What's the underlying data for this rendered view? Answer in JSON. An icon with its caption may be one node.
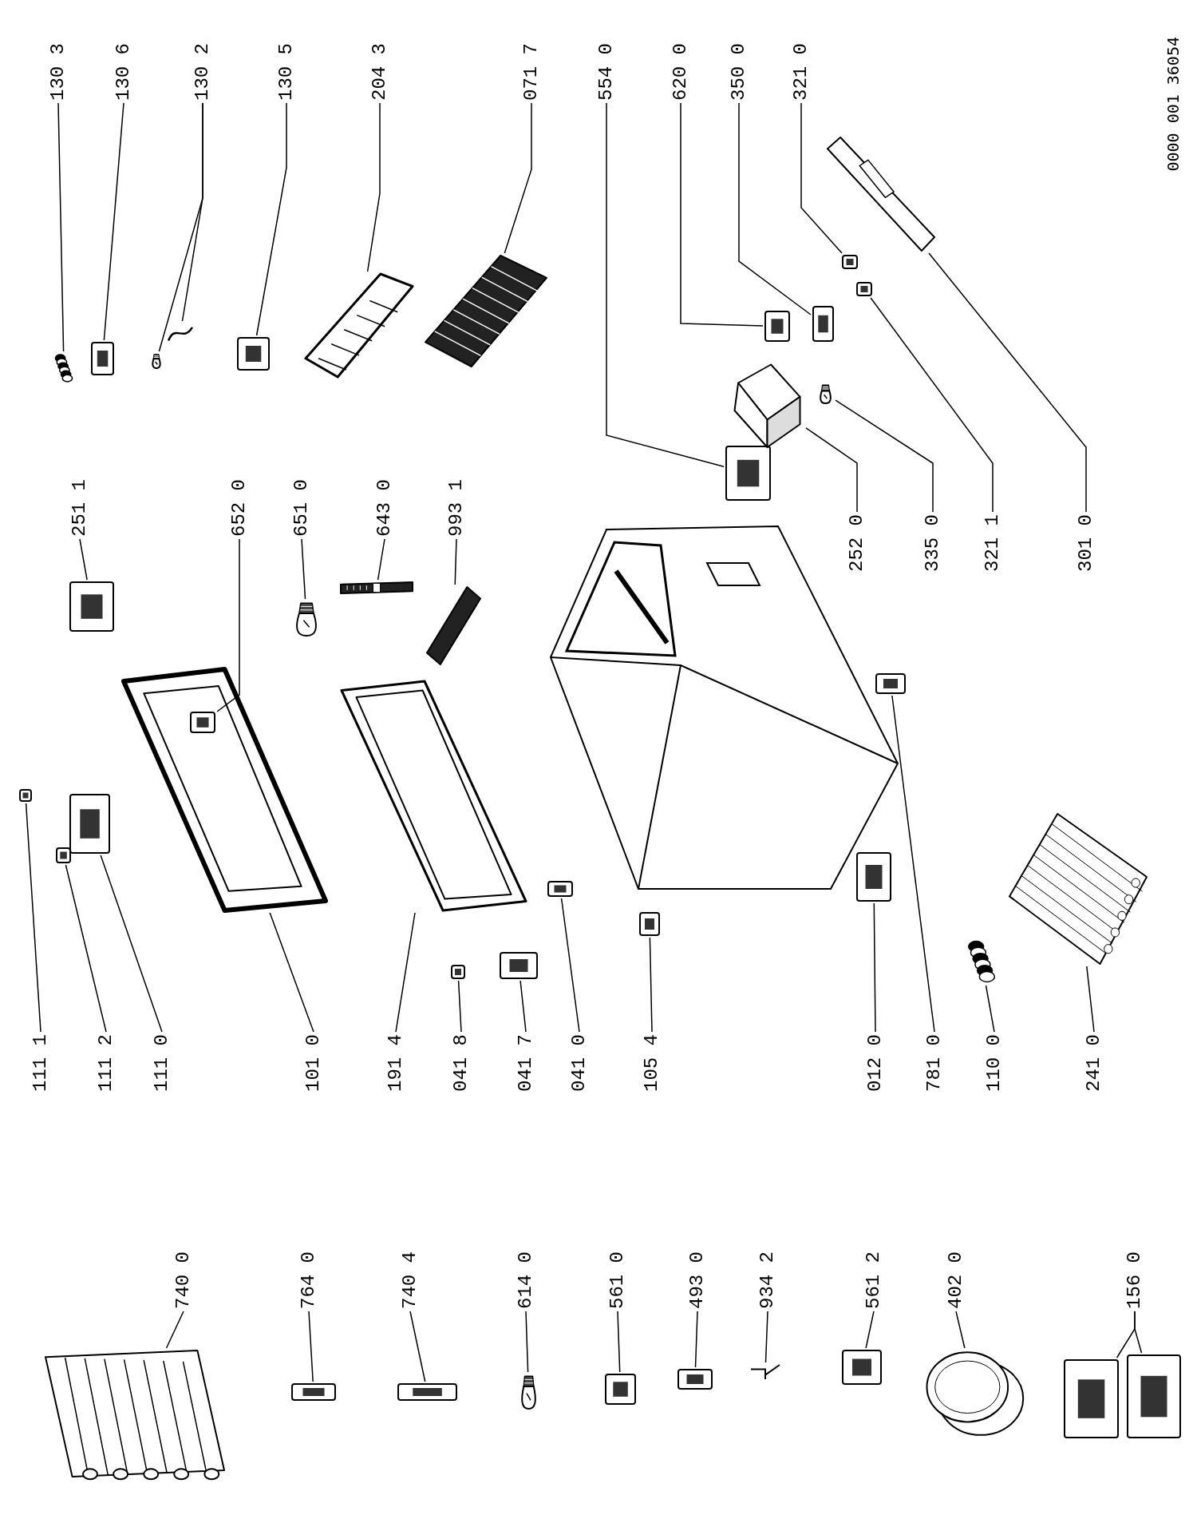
{
  "diagram": {
    "nodes": [
      {
        "text": [
          "130 3"
        ]
      },
      {
        "text": [],
        "shape": "picture"
      },
      {
        "text": [
          "130 6"
        ]
      },
      {
        "text": [],
        "shape": "picture"
      },
      {
        "text": [
          "130 2"
        ]
      },
      {
        "text": [],
        "shape": "picture"
      },
      {
        "text": [],
        "shape": "picture"
      },
      {
        "text": [
          "130 5"
        ]
      },
      {
        "text": [],
        "shape": "picture"
      },
      {
        "text": [
          "204 3"
        ]
      },
      {
        "text": [],
        "shape": "picture"
      },
      {
        "text": [
          "071 7"
        ]
      },
      {
        "text": [],
        "shape": "picture"
      },
      {
        "text": [
          "554 0"
        ]
      },
      {
        "text": [],
        "shape": "picture"
      },
      {
        "text": [
          "620 0"
        ]
      },
      {
        "text": [],
        "shape": "picture"
      },
      {
        "text": [
          "350 0"
        ]
      },
      {
        "text": [],
        "shape": "picture"
      },
      {
        "text": [
          "321 0"
        ]
      },
      {
        "text": [],
        "shape": "picture"
      },
      {
        "text": [
          "111 1"
        ]
      },
      {
        "text": [],
        "shape": "picture"
      },
      {
        "text": [
          "111 2"
        ]
      },
      {
        "text": [],
        "shape": "picture"
      },
      {
        "text": [
          "111 0"
        ]
      },
      {
        "text": [],
        "shape": "picture"
      },
      {
        "text": [
          "101 0"
        ]
      },
      {
        "text": [],
        "shape": "picture"
      },
      {
        "text": [
          "191 4"
        ]
      },
      {
        "text": [],
        "shape": "picture"
      },
      {
        "text": [
          "041 8"
        ]
      },
      {
        "text": [],
        "shape": "picture"
      },
      {
        "text": [
          "041 7"
        ]
      },
      {
        "text": [],
        "shape": "picture"
      },
      {
        "text": [
          "041 0"
        ]
      },
      {
        "text": [],
        "shape": "picture"
      },
      {
        "text": [
          "105 4"
        ]
      },
      {
        "text": [],
        "shape": "picture"
      },
      {
        "text": [
          "012 0"
        ]
      },
      {
        "text": [],
        "shape": "picture"
      },
      {
        "text": [
          "781 0"
        ]
      },
      {
        "text": [],
        "shape": "picture"
      },
      {
        "text": [
          "110 0"
        ]
      },
      {
        "text": [],
        "shape": "picture"
      },
      {
        "text": [
          "241 0"
        ]
      },
      {
        "text": [],
        "shape": "picture"
      },
      {
        "text": [
          "251 1"
        ]
      },
      {
        "text": [],
        "shape": "picture"
      },
      {
        "text": [
          "652 0"
        ]
      },
      {
        "text": [],
        "shape": "picture",
        "in": 28
      },
      {
        "text": [
          "651 0"
        ]
      },
      {
        "text": [],
        "shape": "picture"
      },
      {
        "text": [
          "643 0"
        ]
      },
      {
        "text": [],
        "shape": "picture"
      },
      {
        "text": [
          "993 1"
        ]
      },
      {
        "text": [],
        "shape": "picture"
      },
      {
        "text": [
          "252 0"
        ]
      },
      {
        "text": [],
        "shape": "picture"
      },
      {
        "text": [
          "335 0"
        ]
      },
      {
        "text": [],
        "shape": "picture"
      },
      {
        "text": [
          "321 1"
        ]
      },
      {
        "text": [],
        "shape": "picture"
      },
      {
        "text": [
          "301 0"
        ]
      },
      {
        "text": [],
        "shape": "picture"
      },
      {
        "text": [
          "740 0"
        ]
      },
      {
        "text": [],
        "shape": "picture"
      },
      {
        "text": [
          "764 0"
        ]
      },
      {
        "text": [],
        "shape": "picture"
      },
      {
        "text": [
          "740 4"
        ]
      },
      {
        "text": [],
        "shape": "picture"
      },
      {
        "text": [
          "614 0"
        ]
      },
      {
        "text": [],
        "shape": "picture"
      },
      {
        "text": [
          "561 0"
        ]
      },
      {
        "text": [],
        "shape": "picture"
      },
      {
        "text": [
          "493 0"
        ]
      },
      {
        "text": [],
        "shape": "picture"
      },
      {
        "text": [
          "934 2"
        ]
      },
      {
        "text": [],
        "shape": "picture"
      },
      {
        "text": [
          "561 2"
        ]
      },
      {
        "text": [],
        "shape": "picture"
      },
      {
        "text": [
          "402 0"
        ]
      },
      {
        "text": [],
        "shape": "picture"
      },
      {
        "text": [
          "156 0"
        ]
      },
      {
        "text": [],
        "shape": "picture"
      },
      {
        "text": [],
        "shape": "picture"
      }
    ],
    "edges": [
      {
        "from": 0,
        "to": 1,
        "arrow": "none"
      },
      {
        "from": 2,
        "to": 3,
        "arrow": "none"
      },
      {
        "from": 4,
        "to": 5,
        "arrow": "none"
      },
      {
        "from": 4,
        "to": 6,
        "arrow": "none"
      },
      {
        "from": 7,
        "to": 8,
        "arrow": "none"
      },
      {
        "from": 9,
        "to": 10,
        "arrow": "none"
      },
      {
        "from": 11,
        "to": 12,
        "arrow": "none"
      },
      {
        "from": 13,
        "to": 14,
        "arrow": "none"
      },
      {
        "from": 15,
        "to": 16,
        "arrow": "none"
      },
      {
        "from": 17,
        "to": 18,
        "arrow": "none"
      },
      {
        "from": 19,
        "to": 20,
        "arrow": "none"
      },
      {
        "from": 21,
        "to": 22,
        "arrow": "none"
      },
      {
        "from": 23,
        "to": 24,
        "arrow": "none"
      },
      {
        "from": 25,
        "to": 26,
        "arrow": "none"
      },
      {
        "from": 27,
        "to": 28,
        "arrow": "none"
      },
      {
        "from": 29,
        "to": 30,
        "arrow": "none"
      },
      {
        "from": 31,
        "to": 32,
        "arrow": "none"
      },
      {
        "from": 33,
        "to": 34,
        "arrow": "none"
      },
      {
        "from": 35,
        "to": 36,
        "arrow": "none"
      },
      {
        "from": 37,
        "to": 38,
        "arrow": "none"
      },
      {
        "from": 39,
        "to": 40,
        "arrow": "none"
      },
      {
        "from": 41,
        "to": 42,
        "arrow": "none"
      },
      {
        "from": 43,
        "to": 44,
        "arrow": "none"
      },
      {
        "from": 45,
        "to": 46,
        "arrow": "none"
      },
      {
        "from": 47,
        "to": 48,
        "arrow": "none"
      },
      {
        "from": 49,
        "to": 50,
        "arrow": "none"
      },
      {
        "from": 51,
        "to": 52,
        "arrow": "none"
      },
      {
        "from": 53,
        "to": 54,
        "arrow": "none"
      },
      {
        "from": 55,
        "to": 56,
        "arrow": "none"
      },
      {
        "from": 57,
        "to": 58,
        "arrow": "none"
      },
      {
        "from": 59,
        "to": 60,
        "arrow": "none"
      },
      {
        "from": 61,
        "to": 62,
        "arrow": "none"
      },
      {
        "from": 63,
        "to": 64,
        "arrow": "none"
      },
      {
        "from": 65,
        "to": 66,
        "arrow": "none"
      },
      {
        "from": 67,
        "to": 68,
        "arrow": "none"
      },
      {
        "from": 69,
        "to": 70,
        "arrow": "none"
      },
      {
        "from": 71,
        "to": 72,
        "arrow": "none"
      },
      {
        "from": 73,
        "to": 74,
        "arrow": "none"
      },
      {
        "from": 75,
        "to": 76,
        "arrow": "none"
      },
      {
        "from": 77,
        "to": 78,
        "arrow": "none"
      },
      {
        "from": 79,
        "to": 80,
        "arrow": "none"
      },
      {
        "from": 81,
        "to": 82,
        "arrow": "none"
      },
      {
        "from": 83,
        "to": 84,
        "arrow": "none"
      },
      {
        "from": 83,
        "to": 85,
        "arrow": "none"
      }
    ],
    "labels": [
      "0000 001 36054"
    ]
  }
}
